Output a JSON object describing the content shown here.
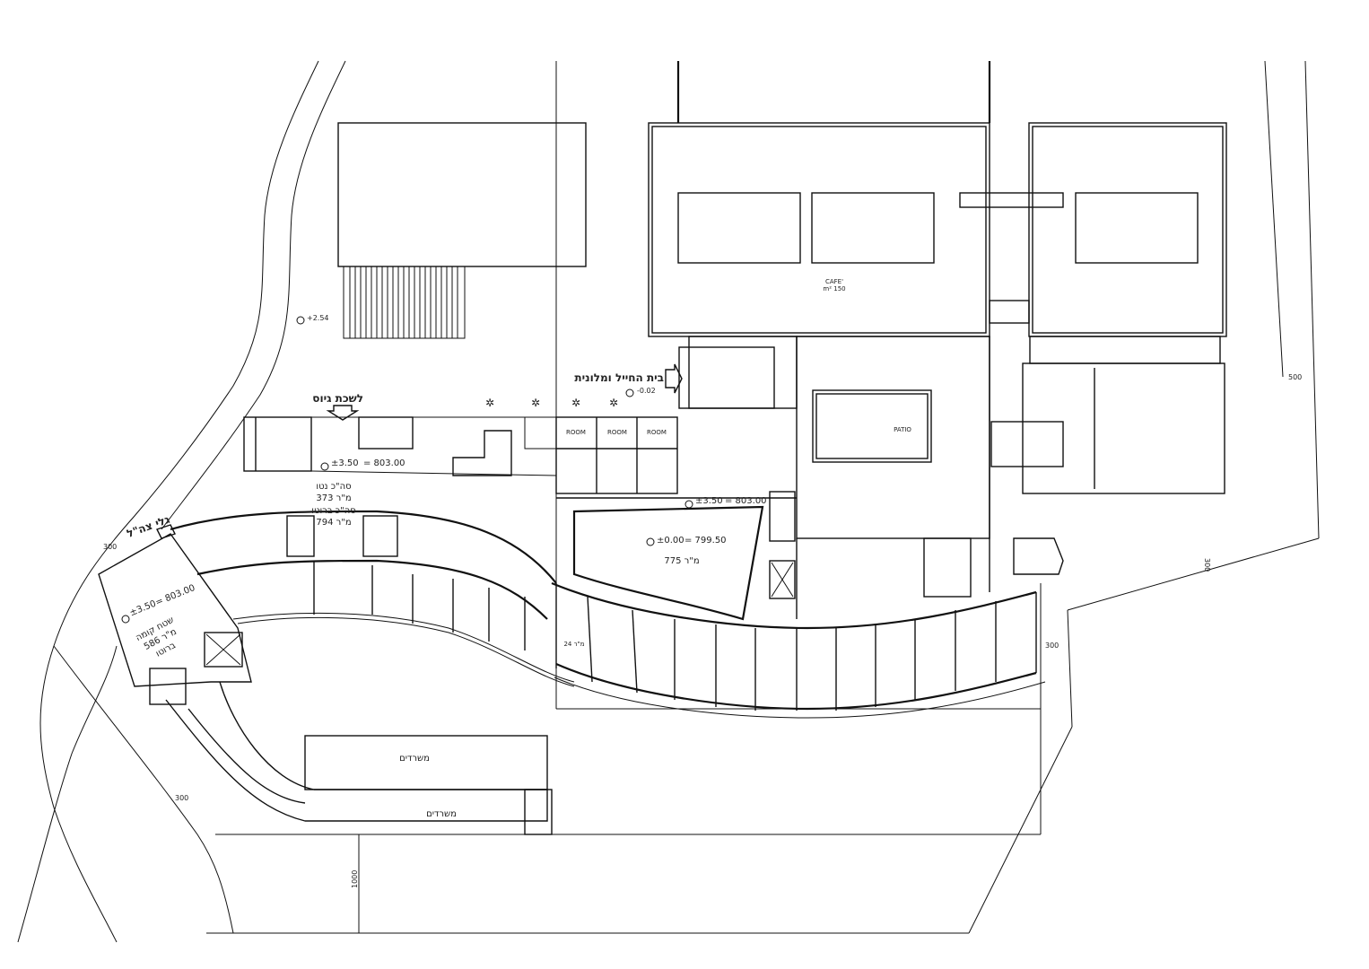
{
  "plan": {
    "labels": {
      "cafe": "CAFE'",
      "cafe_area": "m² 150",
      "patio": "PATIO",
      "beit_hahayal": "בית החייל ומלונית",
      "lishkat_giyus": "לשכת גיוס",
      "galei_tzahal": "גלי צה\"ל",
      "misradim_1": "משרדים",
      "misradim_2": "משרדים",
      "netto_label": "סה\"כ נטו",
      "netto_value": "373 מ\"ר",
      "brutto_label": "סה\"כ ברוטו",
      "brutto_value": "794 מ\"ר",
      "floor_area_label": "שטח קומה",
      "floor_area_value": "586 מ\"ר",
      "floor_area_brutto": "ברוטו",
      "hall_area": "775 מ\"ר",
      "room_label": "ROOM",
      "room_area": "24 מ\"ר"
    },
    "levels": {
      "lvl_254": "+2.54",
      "lvl_002": "-0.02",
      "lvl_350_a": "±3.50",
      "lvl_350_a_abs": "= 803.00",
      "lvl_350_b": "±3.50",
      "lvl_350_b_abs": "= 803.00",
      "lvl_350_c": "±3.50",
      "lvl_350_c_abs": "= 803.00",
      "lvl_000": "±0.00",
      "lvl_000_abs": "= 799.50"
    },
    "dimensions": {
      "d500": "500",
      "d300_right": "300",
      "d300_mid": "300",
      "d300_left": "300",
      "d300_bottom": "300",
      "d1000": "1000"
    }
  }
}
